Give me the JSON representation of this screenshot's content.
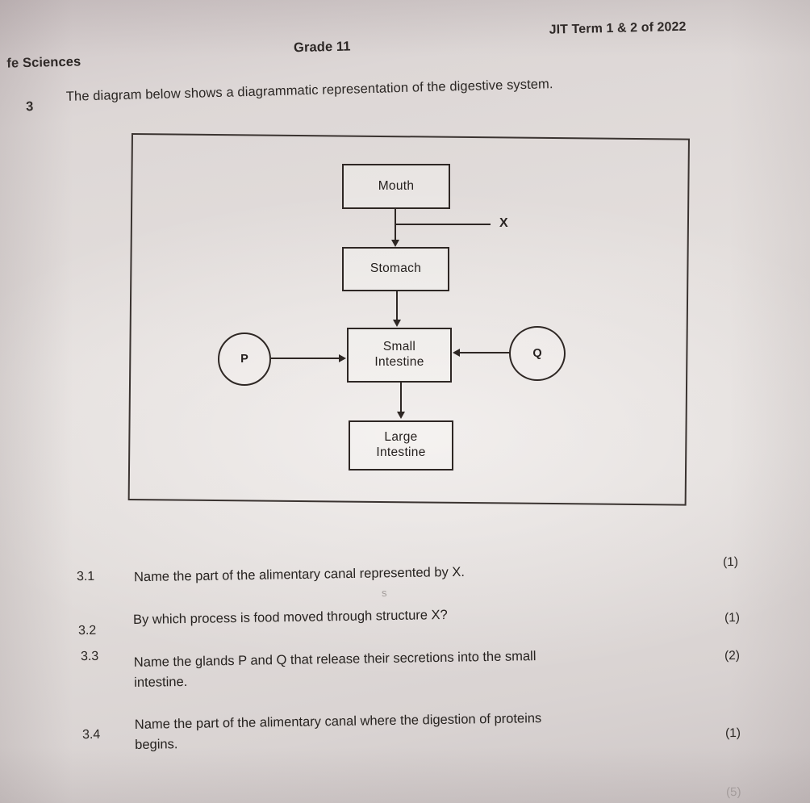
{
  "header": {
    "subject": "fe Sciences",
    "grade": "Grade 11",
    "term": "JIT Term 1 & 2 of 2022"
  },
  "question": {
    "number": "3",
    "intro": "The diagram below shows a diagrammatic representation of the digestive system.",
    "total_marks": "(5)"
  },
  "diagram": {
    "nodes": [
      {
        "id": "mouth",
        "label": "Mouth"
      },
      {
        "id": "stomach",
        "label": "Stomach"
      },
      {
        "id": "small-intestine",
        "label": "Small\nIntestine"
      },
      {
        "id": "large-intestine",
        "label": "Large\nIntestine"
      }
    ],
    "glands": [
      {
        "id": "p",
        "label": "P"
      },
      {
        "id": "q",
        "label": "Q"
      }
    ],
    "labels": [
      {
        "id": "x",
        "label": "X"
      }
    ],
    "stray_mark": "s"
  },
  "sub_questions": [
    {
      "number": "3.1",
      "text": "Name the part of the alimentary canal represented by X.",
      "marks": "(1)"
    },
    {
      "number": "3.2",
      "text": "By which process is food moved through structure X?",
      "marks": "(1)"
    },
    {
      "number": "3.3",
      "text": "Name the glands P and Q that release their secretions into the small\nintestine.",
      "marks": "(2)"
    },
    {
      "number": "3.4",
      "text": "Name the part of the alimentary canal where the digestion of proteins\nbegins.",
      "marks": "(1)"
    }
  ],
  "colors": {
    "ink": "#2b2724",
    "paper": "#e1dcda"
  }
}
